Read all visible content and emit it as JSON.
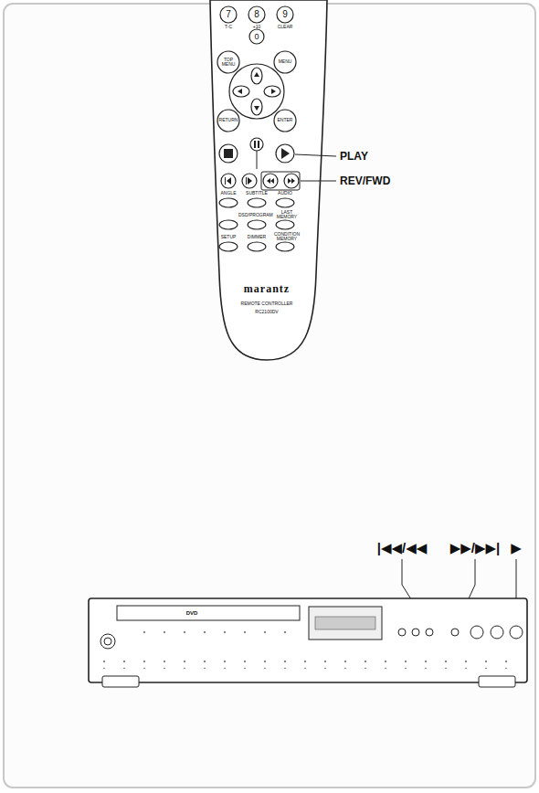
{
  "diagram": {
    "labels": [
      "7",
      "8",
      "9",
      "T-C",
      "+10",
      "0",
      "CLEAR",
      "TOP MENU",
      "MENU",
      "RETURN",
      "ENTER",
      "ANGLE",
      "SUBTITLE",
      "AUDIO",
      "DSD/PROGRAM",
      "LAST MEMORY",
      "SETUP",
      "DIMMER",
      "CONDITION MEMORY",
      "marantz",
      "REMOTE CONTROLLER",
      "RC2100DV",
      "PLAY",
      "REV/FWD",
      "|◀◀/◀◀",
      "▶▶/▶▶|",
      "▶",
      "DVD"
    ]
  }
}
